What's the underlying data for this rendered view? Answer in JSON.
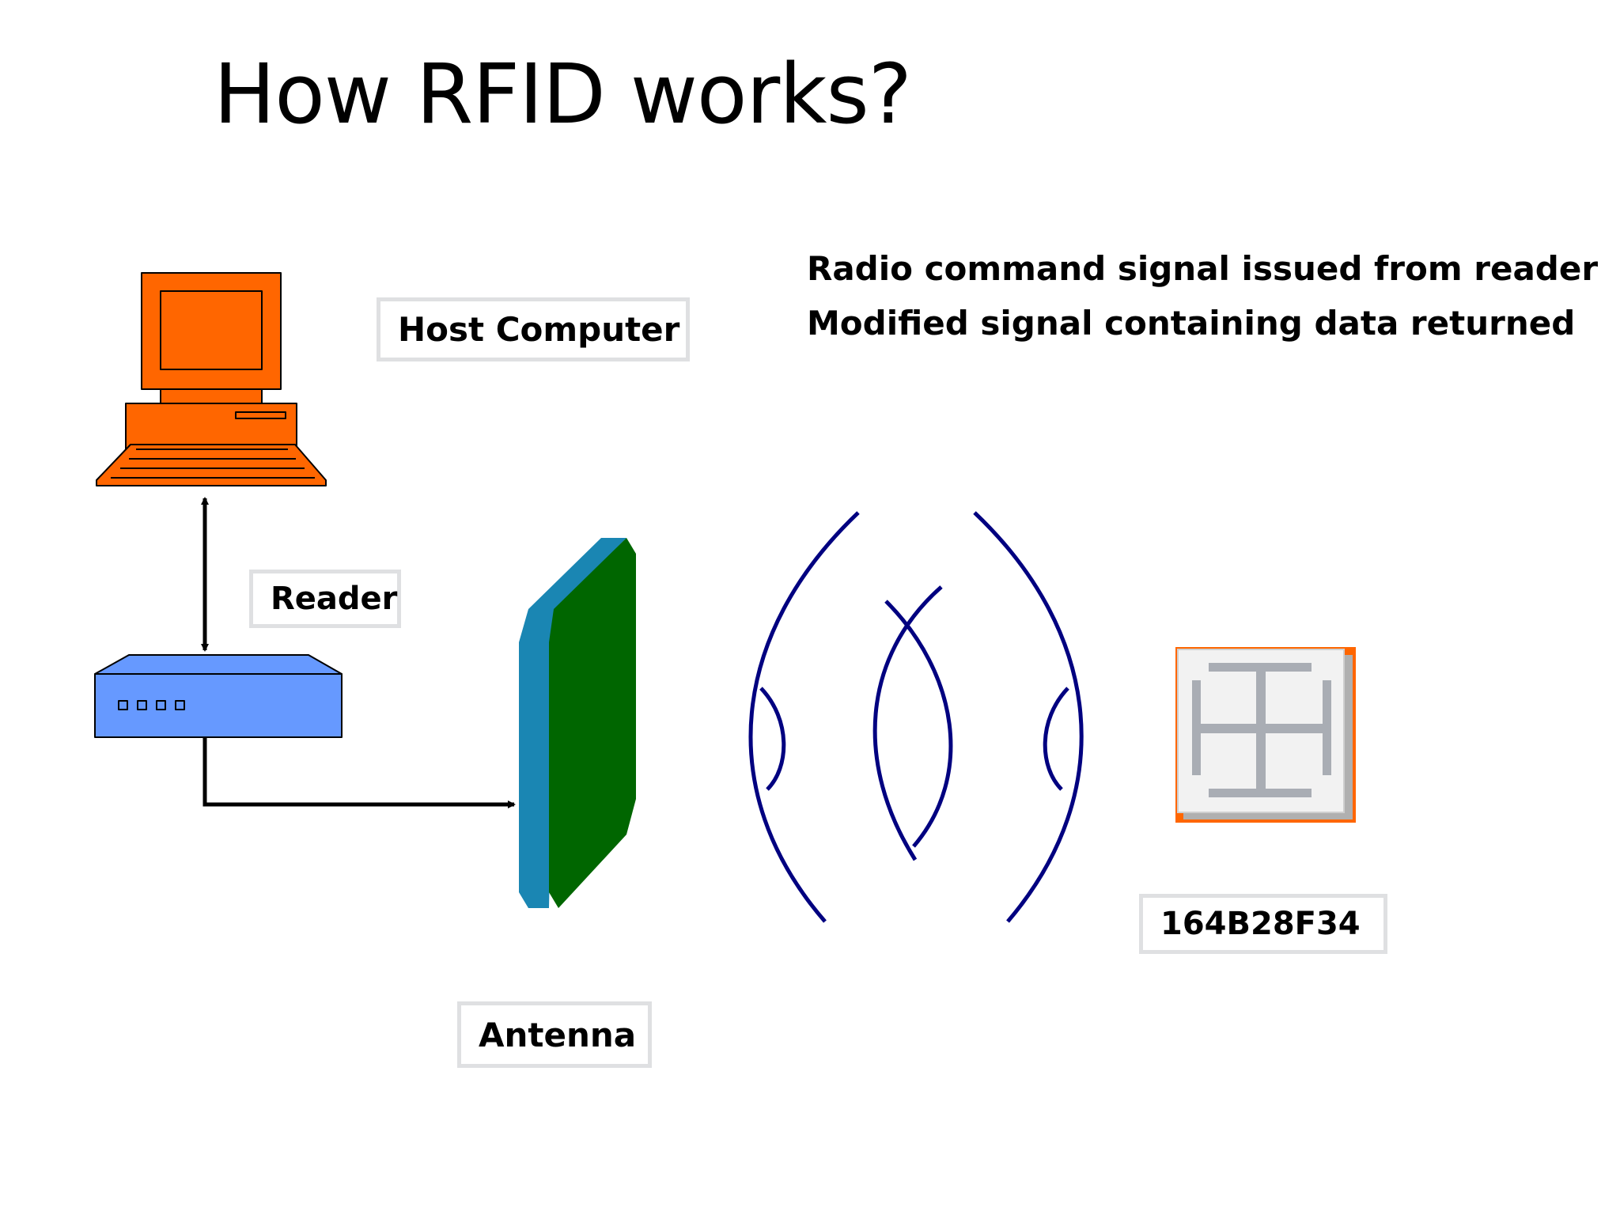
{
  "title": "How RFID works?",
  "legend": {
    "line1": "Radio command signal issued from reader",
    "line2": "Modified signal containing data returned"
  },
  "labels": {
    "host_computer": "Host Computer",
    "reader": "Reader",
    "antenna": "Antenna",
    "tag_id": "164B28F34"
  },
  "colors": {
    "computer": "#ff6600",
    "reader": "#6699ff",
    "antenna_face": "#006600",
    "antenna_edge": "#1a86b3",
    "wave": "#000080",
    "tag_border": "#ff6600",
    "tag_face": "#f2f2f2",
    "tag_symbol": "#a9adb4",
    "label_border": "#dfe0e2"
  }
}
